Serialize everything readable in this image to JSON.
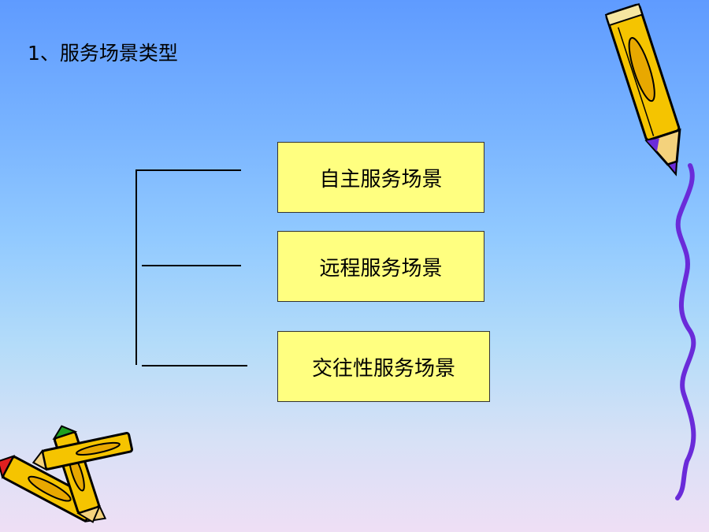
{
  "title": "1、服务场景类型",
  "items": [
    {
      "label": "自主服务场景"
    },
    {
      "label": "远程服务场景"
    },
    {
      "label": "交往性服务场景"
    }
  ],
  "colors": {
    "box_fill": "#ffff80",
    "box_border": "#333333",
    "pencil_body": "#f5c400",
    "wavy_line": "#6a2bd9"
  },
  "icons": [
    "pencil-icon",
    "pencil-cluster-icon",
    "wavy-line"
  ]
}
